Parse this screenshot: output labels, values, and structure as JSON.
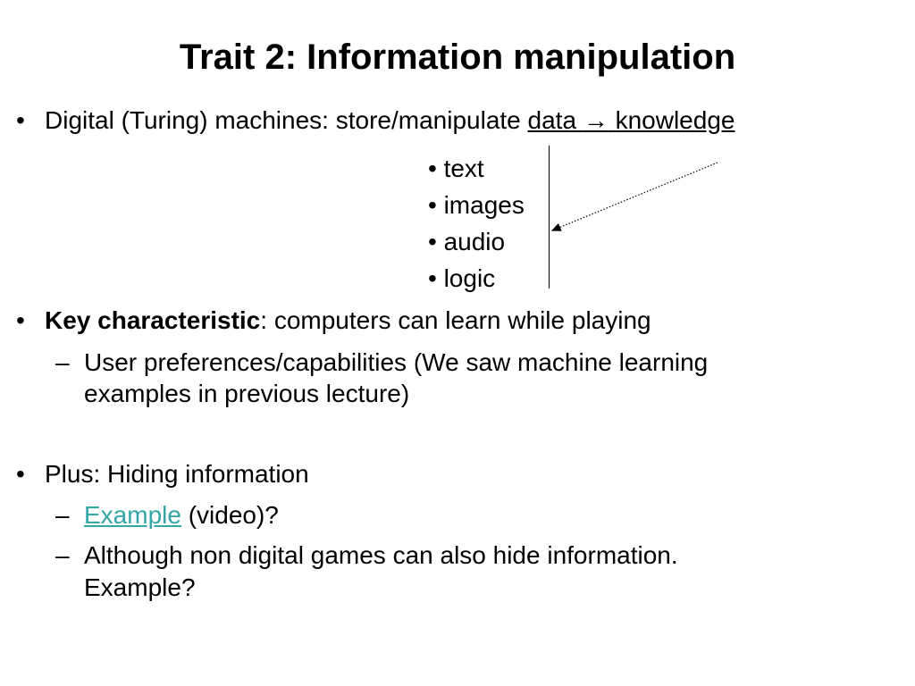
{
  "slide": {
    "title": "Trait 2: Information manipulation",
    "bullet_char": "•",
    "dash_char": "–",
    "item1": {
      "text": "Digital (Turing) machines: store/manipulate ",
      "data_word": "data",
      "arrow": "→",
      "knowledge_word": "knowledge"
    },
    "sublist": [
      "• text",
      "• images",
      "• audio",
      "• logic"
    ],
    "item2": {
      "bold": "Key characteristic",
      "rest": ": computers can learn while playing",
      "sub1_line1": "User preferences/capabilities (We saw machine learning",
      "sub1_line2": "examples in previous lecture)"
    },
    "item3": {
      "text": "Plus: Hiding information",
      "sub1_link": "Example",
      "sub1_rest": " (video)?",
      "sub2_line1": "Although non digital games can also hide information.",
      "sub2_line2": "Example?"
    }
  },
  "colors": {
    "link": "#33a6a6",
    "text": "#000000",
    "background": "#ffffff"
  }
}
